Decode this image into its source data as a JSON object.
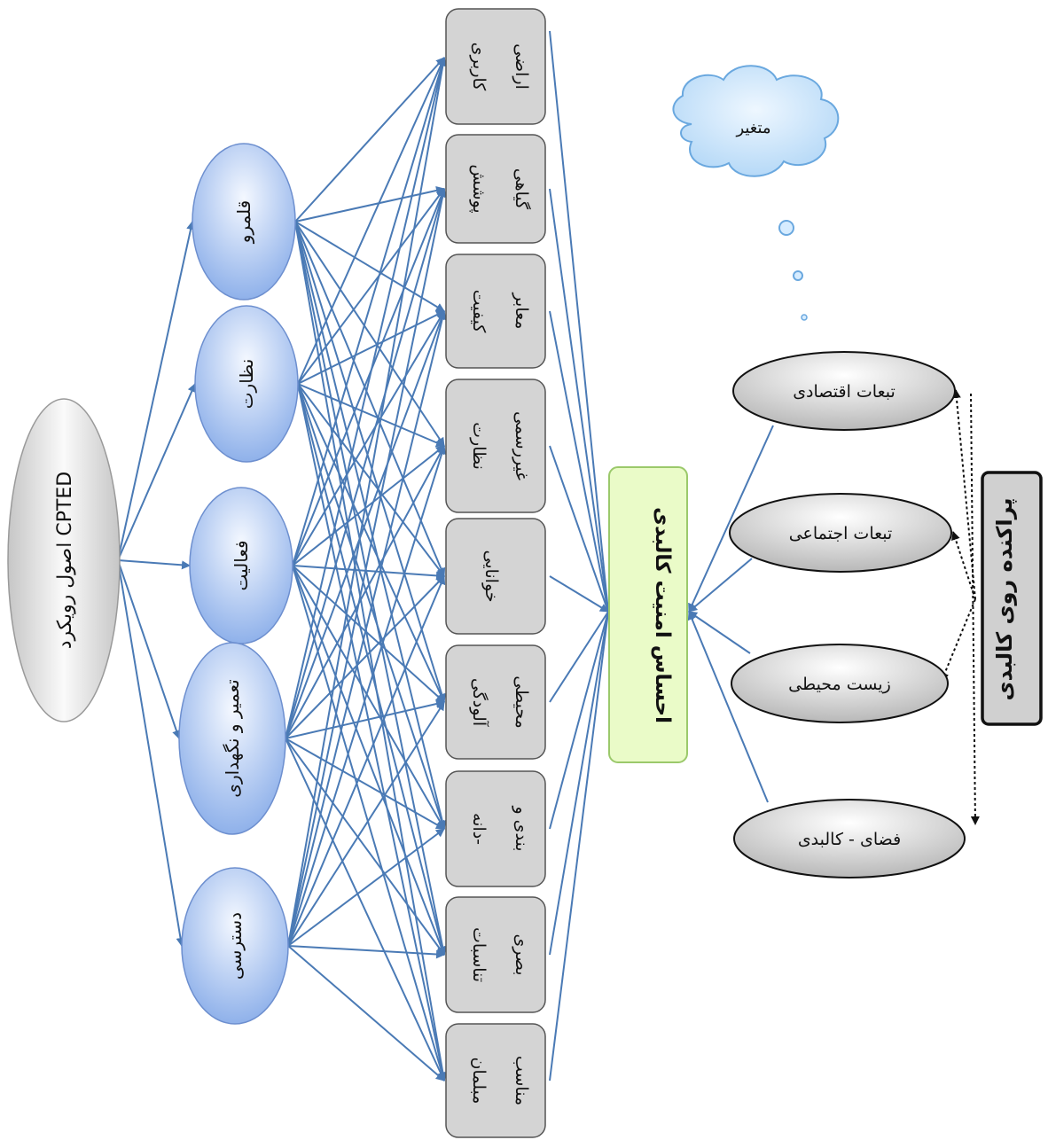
{
  "root": {
    "label": "اصول رویکرد CPTED"
  },
  "principles": [
    {
      "label": "قلمرو"
    },
    {
      "label": "نظارت"
    },
    {
      "label": "فعالیت"
    },
    {
      "label": "تعمیر و نگهداری"
    },
    {
      "label": "دسترسی"
    }
  ],
  "criteria": [
    {
      "line1": "کاربری",
      "line2": "اراضی"
    },
    {
      "line1": "پوشش",
      "line2": "گیاهی"
    },
    {
      "line1": "کیفیت",
      "line2": "معابر"
    },
    {
      "line1": "نظارت",
      "line2": "غیررسمی"
    },
    {
      "line1": "خوانایی",
      "line2": ""
    },
    {
      "line1": "آلودگی",
      "line2": "محیطی"
    },
    {
      "line1": "دانه-",
      "line2": "بندی و"
    },
    {
      "line1": "تناسبات",
      "line2": "بصری"
    },
    {
      "line1": "مبلمان",
      "line2": "مناسب"
    }
  ],
  "center": {
    "label": "احساس امنیت کالبدی"
  },
  "consequences": [
    {
      "label": "تبعات اقتصادی"
    },
    {
      "label": "تبعات اجتماعی"
    },
    {
      "label": "زیست محیطی"
    },
    {
      "label": "فضای - کالبدی"
    }
  ],
  "variable_cloud": {
    "label": "متغیر"
  },
  "side_box": {
    "label": "پراکنده روی کالبدی"
  },
  "colors": {
    "arrow": "#4a7ab5",
    "criteria_fill": "#d4d4d4",
    "center_fill": "#eafbc8",
    "center_stroke": "#9bc96b",
    "principle_light": "#e8f0fc",
    "principle_dark": "#8fb1ea",
    "gray_light": "#f7f7f7",
    "gray_dark": "#b8b8b8",
    "cloud_fill": "#d6ecff",
    "cloud_stroke": "#6aa8df"
  }
}
